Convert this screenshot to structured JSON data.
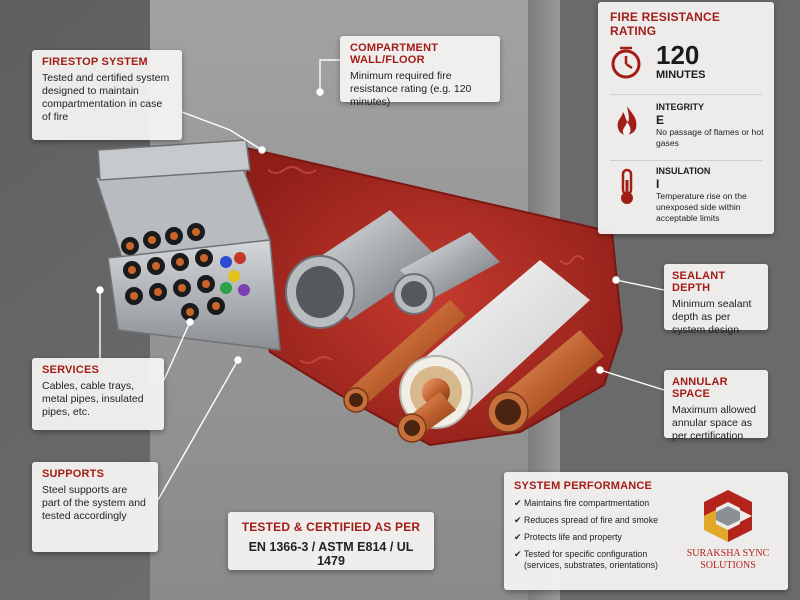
{
  "firestop": {
    "title": "FIRESTOP SYSTEM",
    "text": "Tested and certified system designed to maintain compartmentation in case of fire"
  },
  "compartment": {
    "title": "COMPARTMENT WALL/FLOOR",
    "text": "Minimum required fire resistance rating (e.g. 120 minutes)"
  },
  "rating": {
    "title": "FIRE RESISTANCE RATING",
    "value": "120",
    "unit": "MINUTES",
    "integrity": {
      "label": "INTEGRITY",
      "letter": "E",
      "text": "No passage of flames or hot gases"
    },
    "insulation": {
      "label": "INSULATION",
      "letter": "I",
      "text": "Temperature rise on the unexposed side within acceptable limits"
    }
  },
  "sealant": {
    "title": "SEALANT DEPTH",
    "text": "Minimum sealant depth as per system design"
  },
  "annular": {
    "title": "ANNULAR SPACE",
    "text": "Maximum allowed annular space as per certification"
  },
  "services": {
    "title": "SERVICES",
    "text": "Cables, cable trays, metal pipes, insulated pipes, etc."
  },
  "supports": {
    "title": "SUPPORTS",
    "text": "Steel supports are part of the system and tested accordingly"
  },
  "tested": {
    "title": "TESTED & CERTIFIED AS PER",
    "standards": "EN 1366-3 / ASTM E814 / UL 1479"
  },
  "performance": {
    "title": "SYSTEM PERFORMANCE",
    "items": [
      "Maintains fire compartmentation",
      "Reduces spread of fire and smoke",
      "Protects life and property",
      "Tested for specific configuration (services, substrates, orientations)"
    ]
  },
  "logo": {
    "line1": "SURAKSHA SYNC",
    "line2": "SOLUTIONS"
  },
  "icons": [
    "clock-icon",
    "flame-icon",
    "thermometer-icon",
    "check-icon"
  ],
  "colors": {
    "accent": "#a31d17",
    "sealant": "#b02a22",
    "wall": "#8a8a8a"
  }
}
